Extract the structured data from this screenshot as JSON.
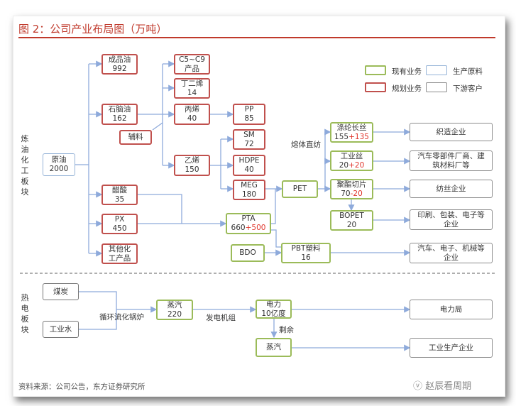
{
  "title": "图 2：公司产业布局图（万吨）",
  "sections": {
    "refining": "炼油化工板块",
    "power": "热电板块"
  },
  "legend": {
    "existing": "现有业务",
    "planned": "规划业务",
    "raw_material": "生产原料",
    "downstream": "下游客户"
  },
  "nodes": {
    "crude": [
      "原油",
      "2000"
    ],
    "refined_oil": [
      "成品油",
      "992"
    ],
    "naphtha": [
      "石脑油",
      "162"
    ],
    "auxiliary": [
      "辅料"
    ],
    "c5c9": [
      "C5~C9",
      "产品"
    ],
    "butadiene": [
      "丁二烯",
      "14"
    ],
    "propylene": [
      "丙烯",
      "40"
    ],
    "ethylene": [
      "乙烯",
      "150"
    ],
    "pp": [
      "PP",
      "85"
    ],
    "sm": [
      "SM",
      "72"
    ],
    "hdpe": [
      "HDPE",
      "40"
    ],
    "meg": [
      "MEG",
      "180"
    ],
    "acetic_acid": [
      "醋酸",
      "35"
    ],
    "px": [
      "PX",
      "450"
    ],
    "other_chem": [
      "其他化",
      "工产品"
    ],
    "pta": {
      "name": "PTA",
      "existing": "660",
      "plus": "+500"
    },
    "bdo": [
      "BDO"
    ],
    "pet": [
      "PET"
    ],
    "pbt": [
      "PBT塑料",
      "16"
    ],
    "polyester_filament": {
      "name": "涤纶长丝",
      "existing": "155",
      "plus": "+135"
    },
    "industrial_yarn": {
      "name": "工业丝",
      "existing": "20",
      "plus": "+20"
    },
    "polyester_chips": {
      "name": "聚酯切片",
      "existing": "70",
      "plus": "-20"
    },
    "bopet": [
      "BOPET",
      "20"
    ],
    "coal": [
      "煤炭"
    ],
    "industrial_water": [
      "工业水"
    ],
    "steam1": [
      "蒸汽",
      "220"
    ],
    "electricity": [
      "电力",
      "10亿度"
    ],
    "steam2": [
      "蒸汽"
    ]
  },
  "customers": {
    "weaving": "织造企业",
    "auto_parts": [
      "汽车零部件厂商、建",
      "筑材料厂等"
    ],
    "spinning": "纺丝企业",
    "printing": [
      "印刷、包装、电子等",
      "企业"
    ],
    "auto_elec": [
      "汽车、电子、机械等",
      "企业"
    ],
    "power_bureau": "电力局",
    "industrial_enterprise": "工业生产企业"
  },
  "edge_labels": {
    "melt_direct_spin": "熔体直纺",
    "cfb_boiler": "循环流化锅炉",
    "generator_set": "发电机组",
    "surplus": "剩余"
  },
  "footer": "资料来源：公司公告，东方证券研究所",
  "watermark": "赵辰看周期",
  "colors": {
    "title": "#c0392b",
    "existing": "#9bbb59",
    "planned": "#c0504d",
    "raw_material": "#95b3d7",
    "downstream": "#8c8c8c",
    "highlight": "#e0352b"
  }
}
